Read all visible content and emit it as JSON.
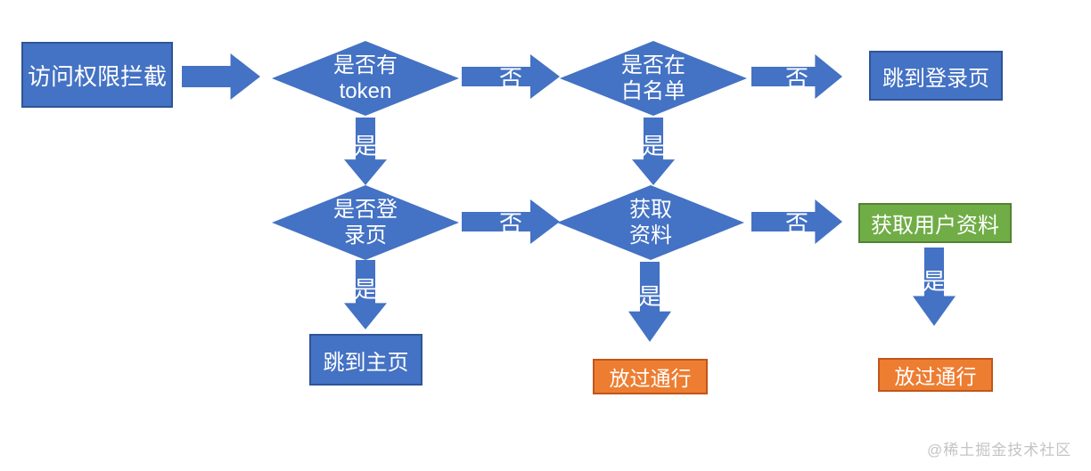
{
  "diagram": {
    "title_semantic": "route-guard-flowchart",
    "colors": {
      "process_blue": "#4472C4",
      "process_blue_border": "#2f5597",
      "success_green": "#70AD47",
      "success_green_border": "#548235",
      "pass_orange": "#ED7D31",
      "pass_orange_border": "#c0561b",
      "canvas_bg": "#ffffff",
      "watermark_gray": "#c4c4c4"
    },
    "nodes": {
      "start": {
        "label": "访问权限拦截",
        "shape": "rect",
        "color": "blue"
      },
      "has_token": {
        "line1": "是否有",
        "line2": "token",
        "shape": "diamond",
        "color": "blue"
      },
      "whitelist": {
        "line1": "是否在",
        "line2": "白名单",
        "shape": "diamond",
        "color": "blue"
      },
      "to_login": {
        "label": "跳到登录页",
        "shape": "rect",
        "color": "blue"
      },
      "is_login_page": {
        "line1": "是否登",
        "line2": "录页",
        "shape": "diamond",
        "color": "blue"
      },
      "get_profile": {
        "line1": "获取",
        "line2": "资料",
        "shape": "diamond",
        "color": "blue"
      },
      "get_user_profile": {
        "label": "获取用户资料",
        "shape": "rect",
        "color": "green"
      },
      "to_home": {
        "label": "跳到主页",
        "shape": "rect",
        "color": "blue"
      },
      "pass_1": {
        "label": "放过通行",
        "shape": "rect",
        "color": "orange"
      },
      "pass_2": {
        "label": "放过通行",
        "shape": "rect",
        "color": "orange"
      }
    },
    "edge_labels": {
      "yes": "是",
      "no": "否"
    },
    "edges": [
      {
        "from": "start",
        "to": "has_token",
        "label": ""
      },
      {
        "from": "has_token",
        "to": "whitelist",
        "label": "否"
      },
      {
        "from": "whitelist",
        "to": "to_login",
        "label": "否"
      },
      {
        "from": "has_token",
        "to": "is_login_page",
        "label": "是"
      },
      {
        "from": "whitelist",
        "to": "get_profile",
        "label": "是"
      },
      {
        "from": "is_login_page",
        "to": "get_profile",
        "label": "否"
      },
      {
        "from": "get_profile",
        "to": "get_user_profile",
        "label": "否"
      },
      {
        "from": "is_login_page",
        "to": "to_home",
        "label": "是"
      },
      {
        "from": "get_profile",
        "to": "pass_1",
        "label": "是"
      },
      {
        "from": "get_user_profile",
        "to": "pass_2",
        "label": "是"
      }
    ],
    "watermark": "@稀土掘金技术社区"
  }
}
